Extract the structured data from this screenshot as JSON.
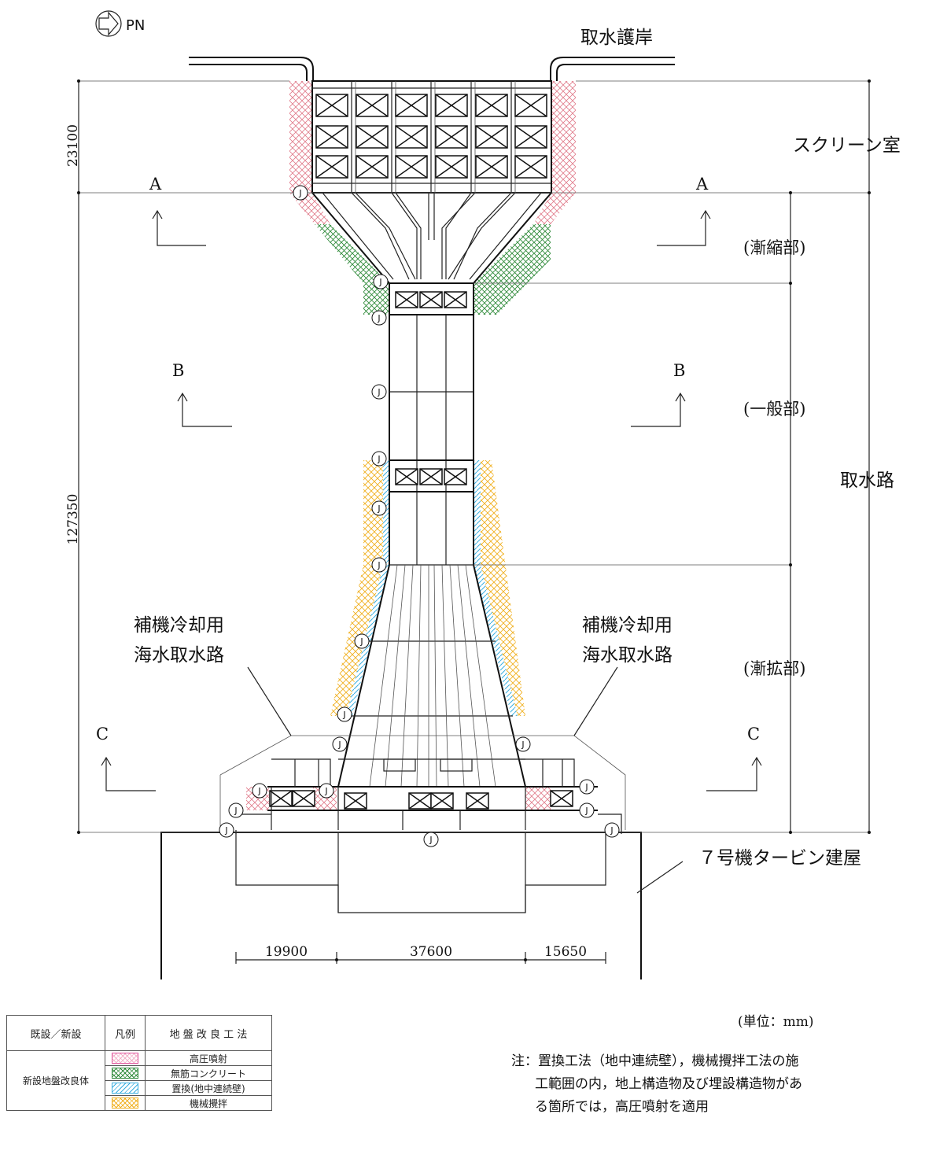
{
  "north_label": "PN",
  "labels": {
    "revetment": "取水護岸",
    "screen_room": "スクリーン室",
    "tapered": "(漸縮部)",
    "general": "(一般部)",
    "expanded": "(漸拡部)",
    "intake_channel": "取水路",
    "aux_left": [
      "補機冷却用",
      "海水取水路"
    ],
    "aux_right": [
      "補機冷却用",
      "海水取水路"
    ],
    "turbine": "７号機タービン建屋",
    "joint": "J"
  },
  "sections": {
    "a": "A",
    "b": "B",
    "c": "C"
  },
  "dimensions": {
    "screen_length": "23100",
    "channel_length": "127350",
    "width_left": "19900",
    "width_center": "37600",
    "width_right": "15650"
  },
  "unit": "(単位：mm)",
  "legend": {
    "headers": [
      "既設／新設",
      "凡例",
      "地 盤 改 良 工 法"
    ],
    "group": "新設地盤改良体",
    "rows": [
      {
        "method": "高圧噴射",
        "color": "#e0509a"
      },
      {
        "method": "無筋コンクリート",
        "color": "#2f8a3a"
      },
      {
        "method": "置換(地中連続壁)",
        "color": "#3aaee0"
      },
      {
        "method": "機械攪拌",
        "color": "#f0b020"
      }
    ]
  },
  "note": {
    "prefix": "注：",
    "line1": "置換工法（地中連続壁），機械攪拌工法の施",
    "line2": "工範囲の内，地上構造物及び埋設構造物があ",
    "line3": "る箇所では，高圧噴射を適用"
  }
}
